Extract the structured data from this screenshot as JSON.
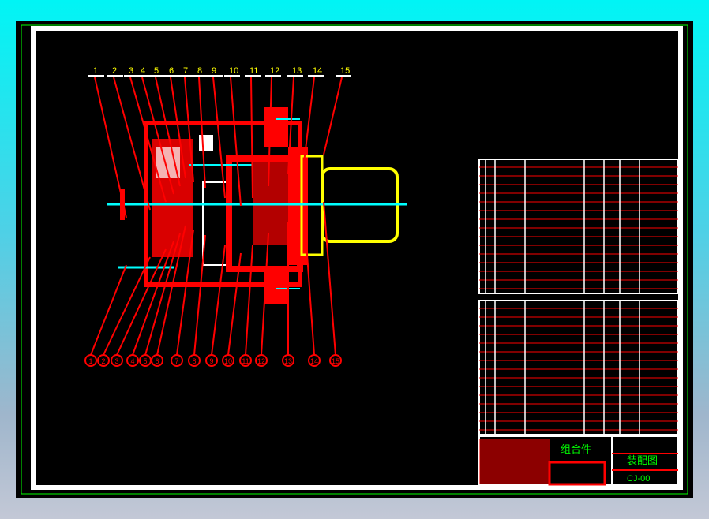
{
  "drawing": {
    "top_labels": [
      "1",
      "2",
      "3",
      "4",
      "5",
      "6",
      "7",
      "8",
      "9",
      "10",
      "11",
      "12",
      "13",
      "14",
      "15"
    ],
    "bottom_labels": [
      "1",
      "2",
      "3",
      "4",
      "5",
      "6",
      "7",
      "8",
      "9",
      "10",
      "11",
      "12",
      "13",
      "14",
      "15"
    ],
    "title_block": {
      "part_name": "组合件",
      "drawing_type": "装配图",
      "drawing_number": "CJ-00"
    }
  },
  "colors": {
    "background": "#000000",
    "frame": "#ffffff",
    "outer_frame": "#00ff00",
    "section": "#ff0000",
    "shaft": "#00ffff",
    "motor": "#ffff00",
    "text": "#00ff00"
  }
}
